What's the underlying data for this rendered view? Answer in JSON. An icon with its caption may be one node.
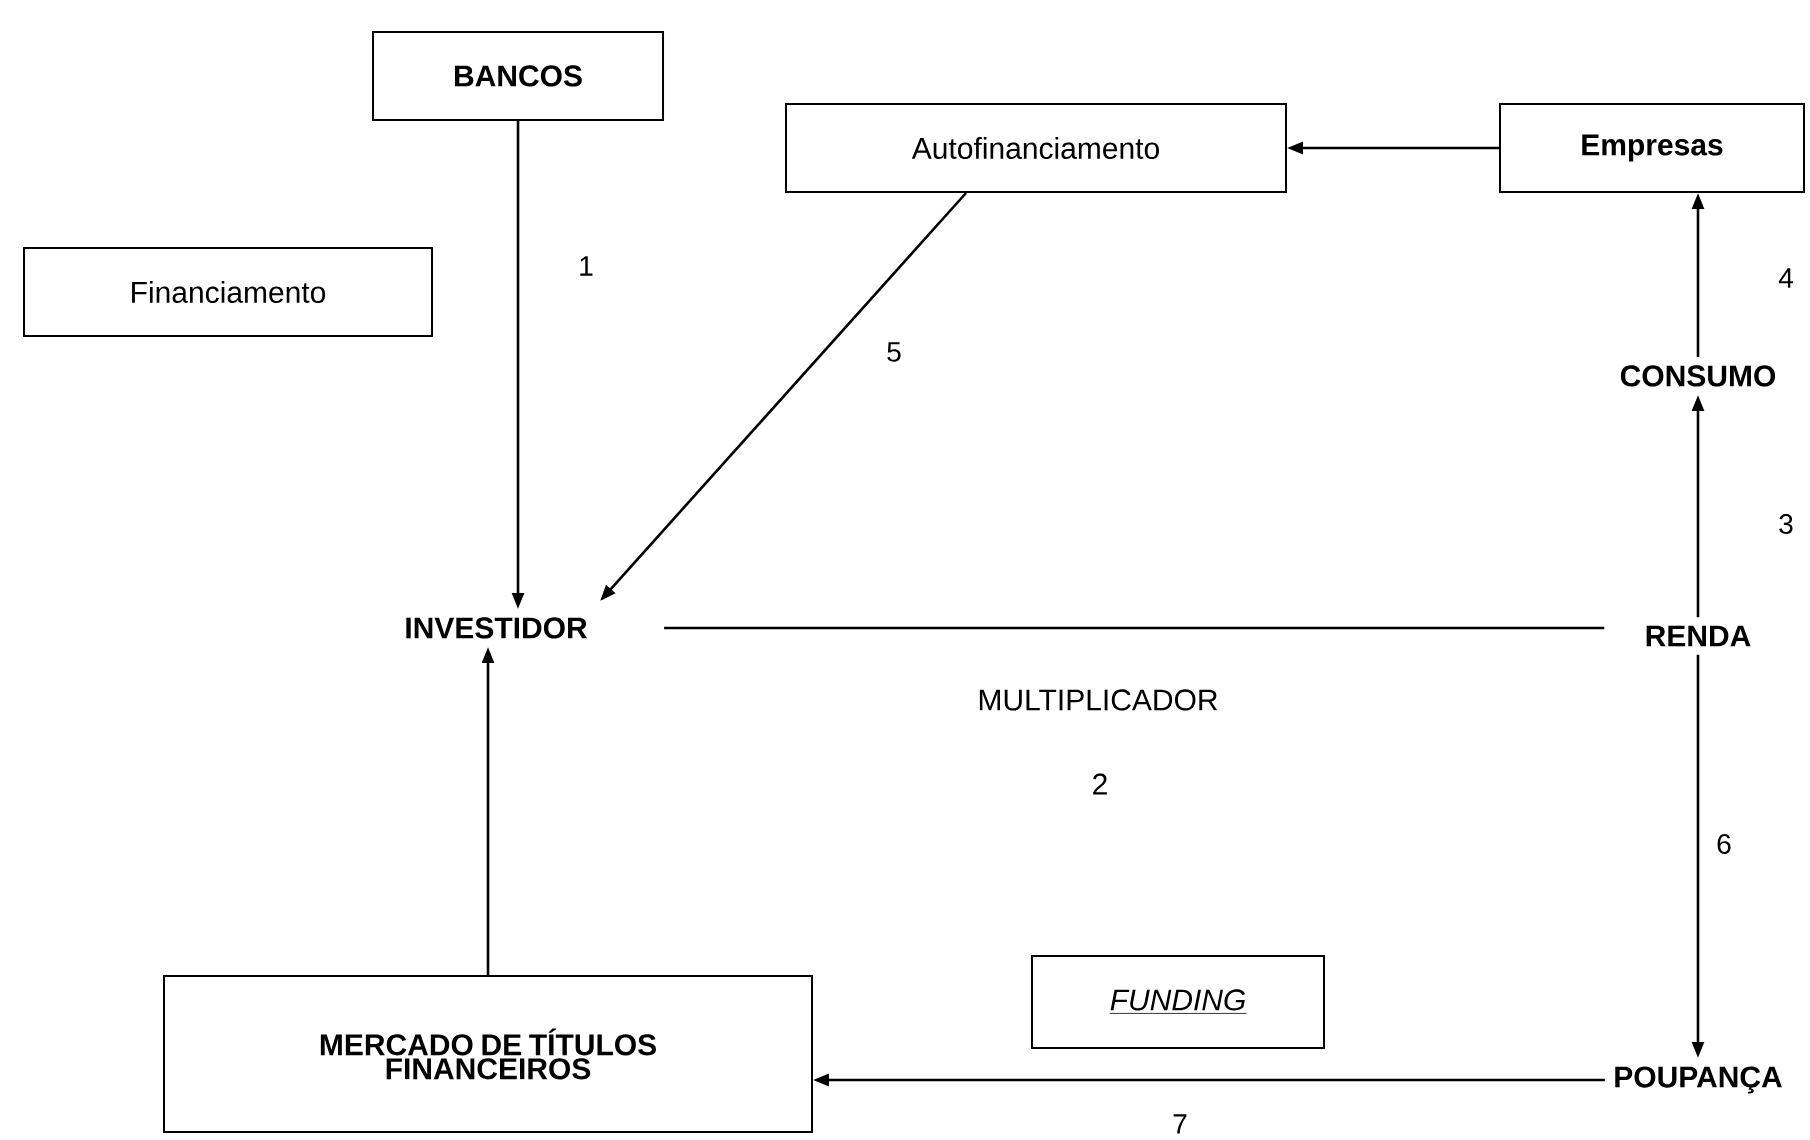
{
  "diagram": {
    "nodes": [
      {
        "text": [
          "BANCOS"
        ]
      },
      {
        "text": [
          "Autofinanciamento"
        ]
      },
      {
        "text": [
          "Empresas"
        ]
      },
      {
        "text": [
          "Financiamento"
        ]
      },
      {
        "text": [
          "CONSUMO"
        ]
      },
      {
        "text": [
          "INVESTIDOR"
        ]
      },
      {
        "text": [
          "RENDA"
        ]
      },
      {
        "text": [
          "POUPANÇA"
        ]
      },
      {
        "text": [
          "MERCADO DE TÍTULOS FINANCEIROS"
        ]
      },
      {
        "text": [
          "FUNDING"
        ]
      }
    ],
    "edges": [
      {
        "from": 0,
        "to": 5,
        "arrow": "to",
        "label": "1"
      },
      {
        "from": 1,
        "to": 5,
        "arrow": "to",
        "label": "5"
      },
      {
        "from": 2,
        "to": 1,
        "arrow": "to"
      },
      {
        "from": 4,
        "to": 2,
        "arrow": "to",
        "label": "4"
      },
      {
        "from": 6,
        "to": 4,
        "arrow": "to",
        "label": "3"
      },
      {
        "from": 5,
        "to": 6,
        "arrow": "none"
      },
      {
        "from": 6,
        "to": 7,
        "arrow": "to",
        "label": "6"
      },
      {
        "from": 7,
        "to": 8,
        "arrow": "to",
        "label": "7"
      },
      {
        "from": 8,
        "to": 5,
        "arrow": "to"
      }
    ],
    "labels": [
      "MULTIPLICADOR",
      "2"
    ]
  }
}
